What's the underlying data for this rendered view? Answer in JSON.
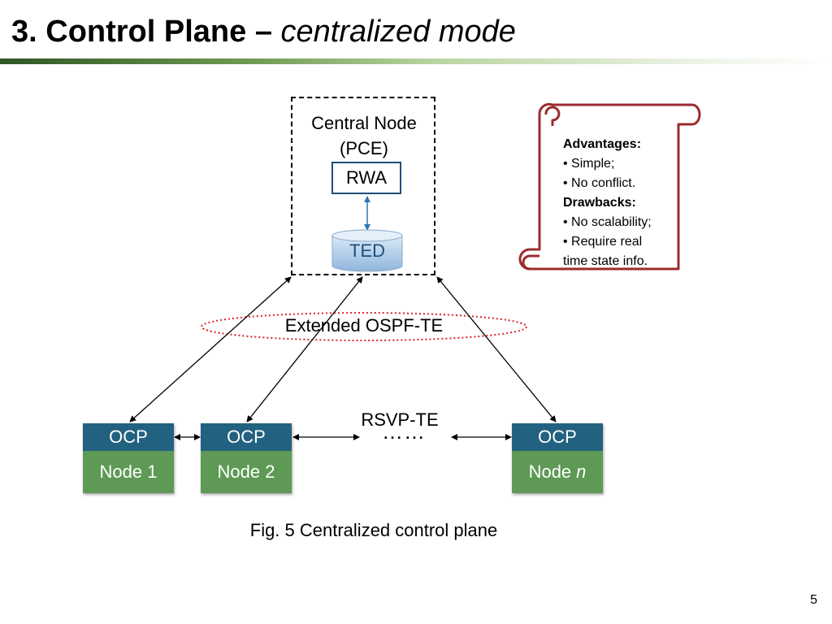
{
  "slide": {
    "title_main": "3. Control Plane – ",
    "title_sub": "centralized mode",
    "caption": "Fig. 5 Centralized control plane",
    "page_number": "5"
  },
  "central_node": {
    "label_line1": "Central Node",
    "label_line2": "(PCE)",
    "rwa": "RWA",
    "ted": "TED"
  },
  "protocols": {
    "ospf": "Extended OSPF-TE",
    "rsvp": "RSVP-TE",
    "ellipsis": "……"
  },
  "nodes": [
    {
      "ocp": "OCP",
      "label": "Node 1",
      "suffix": ""
    },
    {
      "ocp": "OCP",
      "label": "Node 2",
      "suffix": ""
    },
    {
      "ocp": "OCP",
      "label": "Node",
      "suffix": "n"
    }
  ],
  "scroll": {
    "advantages_heading": "Advantages:",
    "adv1": "• Simple;",
    "adv2": "• No conflict.",
    "drawbacks_heading": "Drawbacks:",
    "dis1": "• No scalability;",
    "dis2_line1": "• Require real",
    "dis2_line2": "time state info."
  },
  "colors": {
    "ocp_header": "#236180",
    "node_body": "#5e9a55",
    "scroll_border": "#9b2b2e",
    "ospf_ellipse": "#d9252a",
    "rwa_ted_arrow": "#2e75b6"
  }
}
